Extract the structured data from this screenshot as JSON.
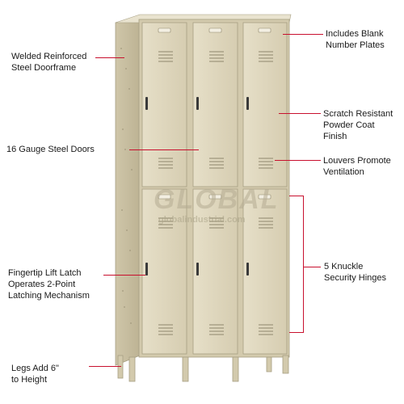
{
  "product": {
    "kind": "3-wide double tier steel locker",
    "color": "#ddd5bc",
    "shadow_color": "#b9b095",
    "accent_color": "#c8102e"
  },
  "watermark": {
    "brand": "GLOBAL",
    "url": "globalindustrial.com"
  },
  "callouts": [
    {
      "id": "doorframe",
      "text": "Welded Reinforced\nSteel Doorframe"
    },
    {
      "id": "doors",
      "text": "16 Gauge Steel  Doors"
    },
    {
      "id": "latch",
      "text": "Fingertip Lift Latch\nOperates 2-Point\nLatching Mechanism"
    },
    {
      "id": "legs",
      "text": "Legs Add 6\"\nto Height"
    },
    {
      "id": "plates",
      "text": "Includes Blank\nNumber Plates"
    },
    {
      "id": "finish",
      "text": "Scratch Resistant\nPowder Coat\nFinish"
    },
    {
      "id": "louvers",
      "text": "Louvers Promote\nVentilation"
    },
    {
      "id": "hinges",
      "text": "5 Knuckle\nSecurity Hinges"
    }
  ]
}
